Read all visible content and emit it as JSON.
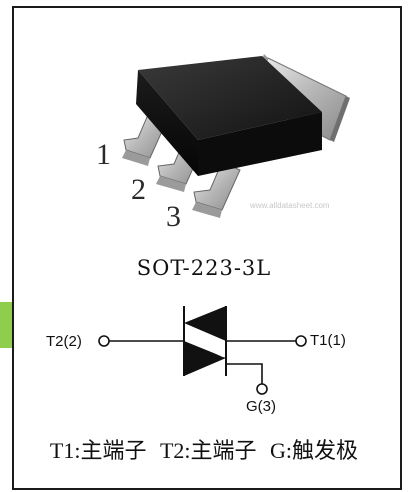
{
  "package": {
    "name": "SOT-223-3L",
    "pins": [
      "1",
      "2",
      "3"
    ]
  },
  "symbol": {
    "t2_label": "T2(2)",
    "t1_label": "T1(1)",
    "g_label": "G(3)"
  },
  "legend": [
    "T1:主端子",
    "T2:主端子",
    "G:触发极"
  ],
  "colors": {
    "frame": "#1a1a1a",
    "accent_tab": "#8fcd4c",
    "body": "#151515"
  }
}
